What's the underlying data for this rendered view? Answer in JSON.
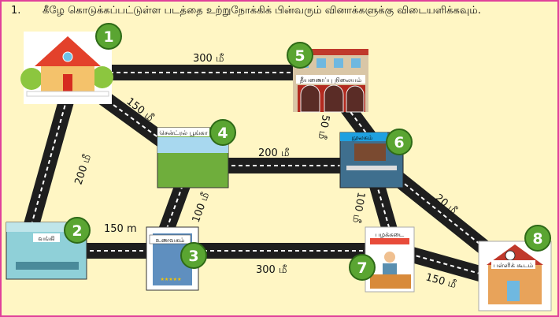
{
  "question": {
    "number": "1.",
    "text": "கீழே கொடுக்கப்பட்டுள்ள படத்தை உற்றுநோக்கிக் பின்வரும் வினாக்களுக்கு விடையளிக்கவும்."
  },
  "places": [
    {
      "id": "1",
      "label": ""
    },
    {
      "id": "2",
      "label": "வங்கி"
    },
    {
      "id": "3",
      "label": "உணவகம்"
    },
    {
      "id": "4",
      "label": "சென்ட்ரல் பூங்கா"
    },
    {
      "id": "5",
      "label": "தீயணைப்பு நிலையம்"
    },
    {
      "id": "6",
      "label": "நூலகம்"
    },
    {
      "id": "7",
      "label": "பழக்கடை"
    },
    {
      "id": "8",
      "label": "பள்ளிக் கூடம்"
    }
  ],
  "distances": {
    "d1_5": "300 மீ",
    "d1_4": "150 மீ",
    "d1_2": "200 மீ",
    "d5_6": "50 மீ",
    "d4_6": "200 மீ",
    "d4_3": "100 மீ",
    "d2_3": "150 m",
    "d3_7": "300 மீ",
    "d6_7": "100 மீ",
    "d6_8": "20 மீ",
    "d7_8": "150 மீ"
  }
}
